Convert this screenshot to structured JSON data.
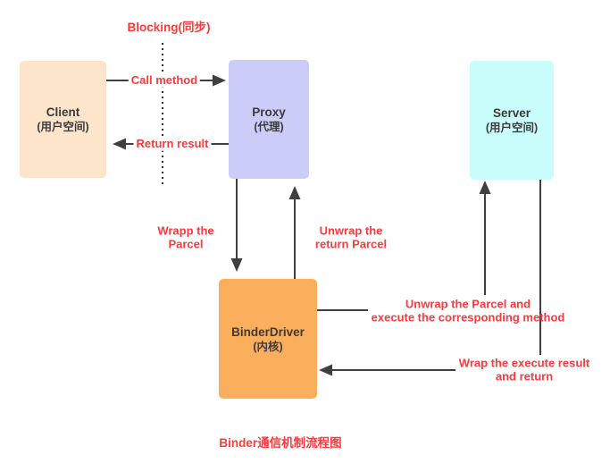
{
  "diagram": {
    "top_label": "Blocking(同步)",
    "bottom_title": "Binder通信机制流程图",
    "nodes": {
      "client": {
        "name": "Client",
        "subtitle": "(用户空间)",
        "color": "#fde5cb"
      },
      "proxy": {
        "name": "Proxy",
        "subtitle": "(代理)",
        "color": "#ccccf8"
      },
      "server": {
        "name": "Server",
        "subtitle": "(用户空间)",
        "color": "#c9fdfc"
      },
      "binder_driver": {
        "name": "BinderDriver",
        "subtitle": "(内核)",
        "color": "#fbae5c"
      }
    },
    "edges": {
      "call_method": "Call method",
      "return_result": "Return result",
      "wrap_parcel_line1": "Wrapp the",
      "wrap_parcel_line2": "Parcel",
      "unwrap_return_line1": "Unwrap the",
      "unwrap_return_line2": "return Parcel",
      "unwrap_execute_line1": "Unwrap the Parcel and",
      "unwrap_execute_line2": "execute the corresponding method",
      "wrap_result_line1": "Wrap the execute result",
      "wrap_result_line2": "and return"
    },
    "colors": {
      "label_red": "#fa3a3c",
      "line_dark": "#3f3f3f"
    }
  }
}
